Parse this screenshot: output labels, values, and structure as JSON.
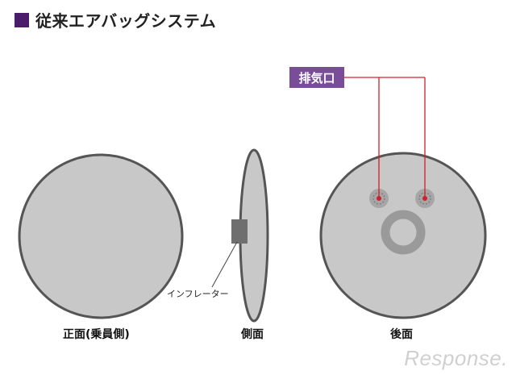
{
  "title": "従来エアバッグシステム",
  "labels": {
    "front": "正面(乗員側)",
    "side": "側面",
    "back": "後面",
    "inflator": "インフレーター",
    "vent": "排気口"
  },
  "watermark": "Response.",
  "colors": {
    "title_square": "#4b1c6b",
    "vent_badge": "#7a4d98",
    "vent_line": "#d0202a",
    "disc_fill": "#c8c8c8",
    "disc_stroke": "#555555",
    "inflator": "#6f6f6f"
  }
}
